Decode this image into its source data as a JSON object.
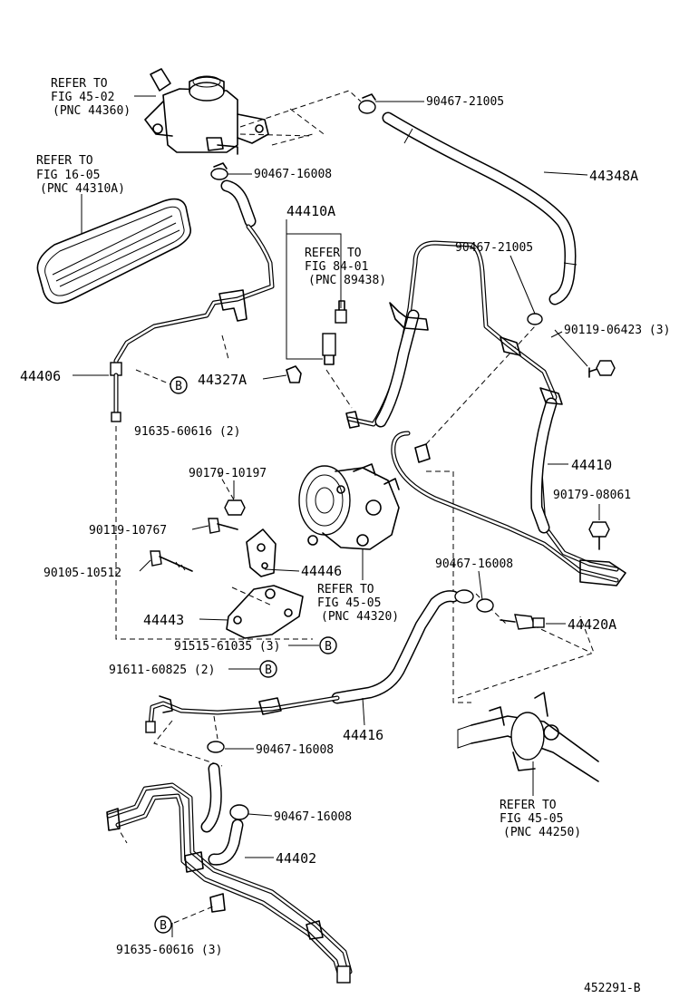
{
  "figure_id": "452291-B",
  "refer_notes": [
    {
      "id": "refer-45-02",
      "line1": "REFER TO",
      "line2": "FIG 45-02",
      "line3": "(PNC 44360)"
    },
    {
      "id": "refer-16-05",
      "line1": "REFER TO",
      "line2": "FIG 16-05",
      "line3": "(PNC 44310A)"
    },
    {
      "id": "refer-84-01",
      "line1": "REFER TO",
      "line2": "FIG 84-01",
      "line3": "(PNC 89438)"
    },
    {
      "id": "refer-45-05-pump",
      "line1": "REFER TO",
      "line2": "FIG 45-05",
      "line3": "(PNC 44320)"
    },
    {
      "id": "refer-45-05-gear",
      "line1": "REFER TO",
      "line2": "FIG 45-05",
      "line3": "(PNC 44250)"
    }
  ],
  "part_labels": {
    "p90467_21005_top": "90467-21005",
    "p90467_16008_a": "90467-16008",
    "p44348A": "44348A",
    "p44410A": "44410A",
    "p90467_21005_mid": "90467-21005",
    "p90119_06423": "90119-06423 (3)",
    "p44406": "44406",
    "p44327A": "44327A",
    "p91635_60616_2": "91635-60616 (2)",
    "p44410": "44410",
    "p90179_10197": "90179-10197",
    "p90179_08061": "90179-08061",
    "p90119_10767": "90119-10767",
    "p44446": "44446",
    "p90105_10512": "90105-10512",
    "p90467_16008_b": "90467-16008",
    "p44443": "44443",
    "p44420A": "44420A",
    "p91515_61035": "91515-61035 (3)",
    "p91611_60825": "91611-60825 (2)",
    "p44416": "44416",
    "p90467_16008_c": "90467-16008",
    "p90467_16008_d": "90467-16008",
    "p44402": "44402",
    "p91635_60616_3": "91635-60616 (3)"
  },
  "marker_b": "B"
}
